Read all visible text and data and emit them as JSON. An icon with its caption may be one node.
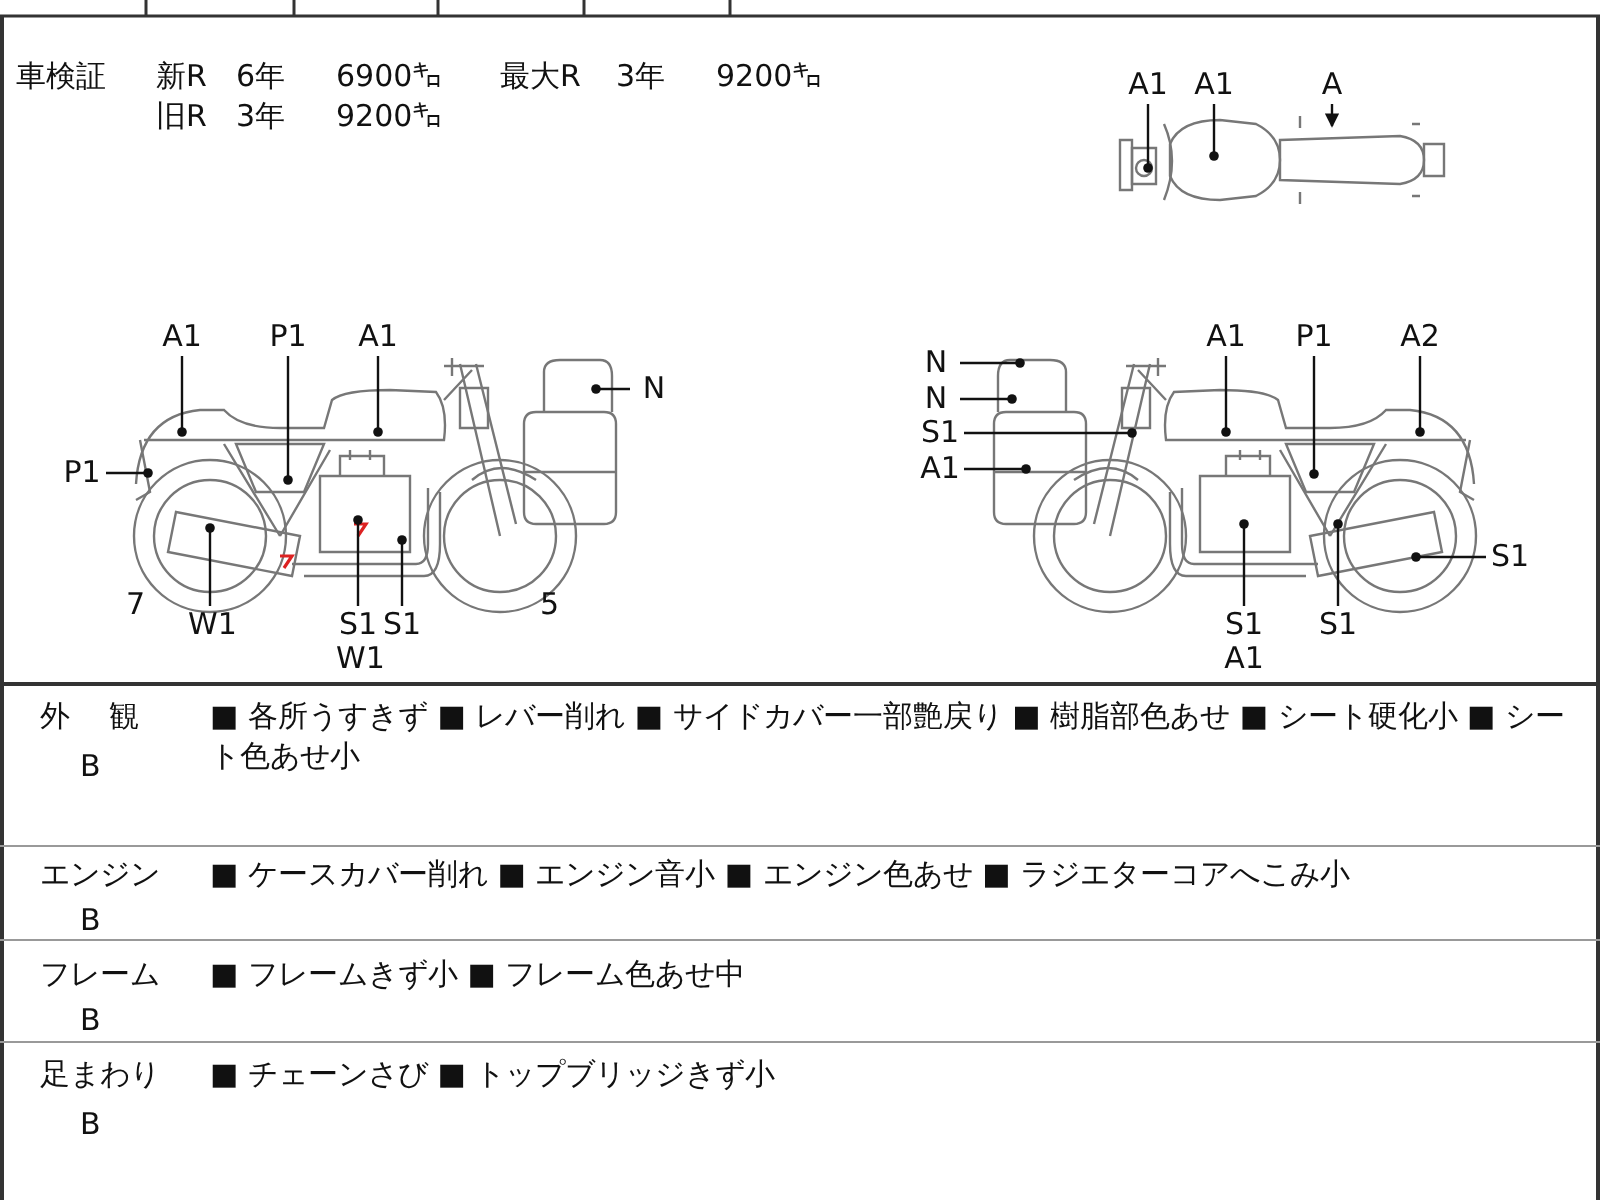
{
  "diagram": {
    "nodes": [
      {
        "text": [
          "A1"
        ]
      },
      {
        "text": [
          "A1"
        ]
      },
      {
        "text": [
          "A"
        ]
      },
      {
        "text": [
          "A1"
        ]
      },
      {
        "text": [
          "P1"
        ]
      },
      {
        "text": [
          "A1"
        ]
      },
      {
        "text": [
          "N"
        ]
      },
      {
        "text": [
          "P1"
        ]
      },
      {
        "text": [
          "W1"
        ]
      },
      {
        "text": [
          "S1 W1"
        ]
      },
      {
        "text": [
          "S1"
        ]
      },
      {
        "text": [
          "N"
        ]
      },
      {
        "text": [
          "N"
        ]
      },
      {
        "text": [
          "S1"
        ]
      },
      {
        "text": [
          "A1"
        ]
      },
      {
        "text": [
          "A1"
        ]
      },
      {
        "text": [
          "P1"
        ]
      },
      {
        "text": [
          "A2"
        ]
      },
      {
        "text": [
          "S1"
        ]
      },
      {
        "text": [
          "S1 A1"
        ]
      },
      {
        "text": [
          "S1"
        ]
      },
      {
        "text": [],
        "shape": "picture"
      },
      {
        "text": [],
        "shape": "picture"
      },
      {
        "text": [],
        "shape": "picture"
      }
    ],
    "edges": [
      {
        "from": 0,
        "to": 21,
        "arrow": "other"
      },
      {
        "from": 1,
        "to": 21,
        "arrow": "other"
      },
      {
        "from": 2,
        "to": 21,
        "arrow": "to"
      },
      {
        "from": 3,
        "to": 22,
        "arrow": "other"
      },
      {
        "from": 4,
        "to": 22,
        "arrow": "other"
      },
      {
        "from": 5,
        "to": 22,
        "arrow": "other"
      },
      {
        "from": 6,
        "to": 22,
        "arrow": "other"
      },
      {
        "from": 7,
        "to": 22,
        "arrow": "other"
      },
      {
        "from": 8,
        "to": 22,
        "arrow": "other"
      },
      {
        "from": 9,
        "to": 22,
        "arrow": "other"
      },
      {
        "from": 10,
        "to": 22,
        "arrow": "other"
      },
      {
        "from": 11,
        "to": 23,
        "arrow": "other"
      },
      {
        "from": 12,
        "to": 23,
        "arrow": "other"
      },
      {
        "from": 13,
        "to": 23,
        "arrow": "other"
      },
      {
        "from": 14,
        "to": 23,
        "arrow": "other"
      },
      {
        "from": 15,
        "to": 23,
        "arrow": "other"
      },
      {
        "from": 16,
        "to": 23,
        "arrow": "other"
      },
      {
        "from": 17,
        "to": 23,
        "arrow": "other"
      },
      {
        "from": 18,
        "to": 23,
        "arrow": "other"
      },
      {
        "from": 19,
        "to": 23,
        "arrow": "other"
      },
      {
        "from": 20,
        "to": 23,
        "arrow": "other"
      }
    ],
    "labels": [
      "車検証",
      "新R",
      "6年",
      "6900㌔",
      "最大R",
      "3年",
      "9200㌔",
      "旧R",
      "3年",
      "9200㌔",
      "7",
      "5",
      "外観",
      "B",
      "■ 各所うすきず ■ レバー削れ ■ サイドカバー一部艶戻り ■ 樹脂部色あせ ■ シート硬化小 ■ シート色あせ小",
      "エンジン",
      "B",
      "■ ケースカバー削れ ■ エンジン音小 ■ エンジン色あせ ■ ラジエターコアへこみ小",
      "フレーム",
      "B",
      "■ フレームきず小 ■ フレーム色あせ中",
      "足まわり",
      "B",
      "■ チェーンさび ■ トップブリッジきず小"
    ]
  }
}
